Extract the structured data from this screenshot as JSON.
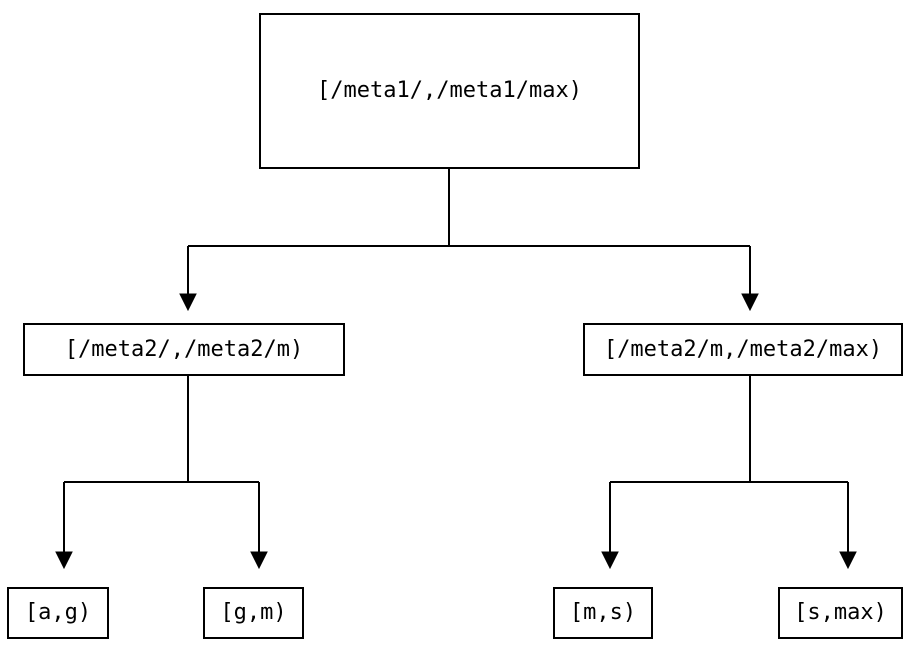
{
  "diagram": {
    "type": "interval-partition-tree",
    "colors": {
      "background": "#ffffff",
      "line": "#000000",
      "box_border": "#000000",
      "text": "#000000"
    },
    "nodes": {
      "root": {
        "label": "[/meta1/,/meta1/max)"
      },
      "left_child": {
        "label": "[/meta2/,/meta2/m)"
      },
      "right_child": {
        "label": "[/meta2/m,/meta2/max)"
      },
      "leaf_ag": {
        "label": "[a,g)"
      },
      "leaf_gm": {
        "label": "[g,m)"
      },
      "leaf_ms": {
        "label": "[m,s)"
      },
      "leaf_smax": {
        "label": "[s,max)"
      }
    },
    "edges": [
      {
        "from": "root",
        "to": "left_child"
      },
      {
        "from": "root",
        "to": "right_child"
      },
      {
        "from": "left_child",
        "to": "leaf_ag"
      },
      {
        "from": "left_child",
        "to": "leaf_gm"
      },
      {
        "from": "right_child",
        "to": "leaf_ms"
      },
      {
        "from": "right_child",
        "to": "leaf_smax"
      }
    ]
  }
}
